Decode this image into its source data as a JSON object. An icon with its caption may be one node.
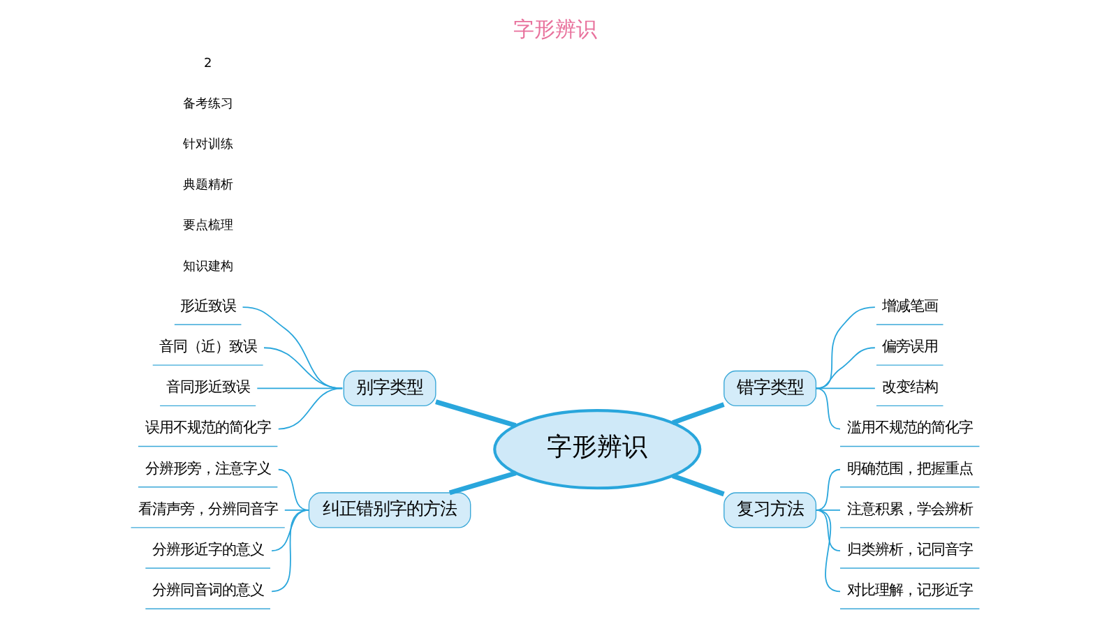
{
  "diagram": {
    "title": "字形辨识",
    "nodes": [
      {
        "text": [
          "纠正错别字的方法"
        ]
      },
      {
        "text": [
          "分辨形旁，注意字义"
        ]
      },
      {
        "text": [
          "看清声旁，分辨同音字"
        ]
      },
      {
        "text": [
          "分辨形近字的意义"
        ]
      },
      {
        "text": [
          "分辨同音词的意义"
        ]
      },
      {
        "text": [
          "错字类型"
        ]
      },
      {
        "text": [
          "增减笔画"
        ]
      },
      {
        "text": [
          "偏旁误用"
        ]
      },
      {
        "text": [
          "改变结构"
        ]
      },
      {
        "text": [
          "滥用不规范的简化字"
        ]
      },
      {
        "text": [
          "字形辨识"
        ]
      },
      {
        "text": [
          "别字类型"
        ]
      },
      {
        "text": [
          "形近致误"
        ]
      },
      {
        "text": [
          "音同（近）致误"
        ]
      },
      {
        "text": [
          "音同形近致误"
        ]
      },
      {
        "text": [
          "误用不规范的简化字"
        ]
      },
      {
        "text": [
          "复习方法"
        ]
      },
      {
        "text": [
          "明确范围，把握重点"
        ]
      },
      {
        "text": [
          "注意积累，学会辨析"
        ]
      },
      {
        "text": [
          "归类辨析，记同音字"
        ]
      },
      {
        "text": [
          "对比理解，记形近字"
        ]
      }
    ],
    "edges": [
      {
        "from": 1,
        "to": 0,
        "arrow": "none"
      },
      {
        "from": 2,
        "to": 0,
        "arrow": "none"
      },
      {
        "from": 3,
        "to": 0,
        "arrow": "none"
      },
      {
        "from": 4,
        "to": 0,
        "arrow": "none"
      },
      {
        "from": 0,
        "to": 10,
        "arrow": "none",
        "style": "thick"
      },
      {
        "from": 10,
        "to": 5,
        "arrow": "none",
        "style": "thick"
      },
      {
        "from": 5,
        "to": 6,
        "arrow": "none"
      },
      {
        "from": 5,
        "to": 7,
        "arrow": "none"
      },
      {
        "from": 5,
        "to": 8,
        "arrow": "none"
      },
      {
        "from": 5,
        "to": 9,
        "arrow": "none"
      },
      {
        "from": 12,
        "to": 11,
        "arrow": "none"
      },
      {
        "from": 13,
        "to": 11,
        "arrow": "none"
      },
      {
        "from": 14,
        "to": 11,
        "arrow": "none"
      },
      {
        "from": 15,
        "to": 11,
        "arrow": "none"
      },
      {
        "from": 11,
        "to": 10,
        "arrow": "none",
        "style": "thick"
      },
      {
        "from": 10,
        "to": 16,
        "arrow": "none",
        "style": "thick"
      },
      {
        "from": 16,
        "to": 17,
        "arrow": "none"
      },
      {
        "from": 16,
        "to": 18,
        "arrow": "none"
      },
      {
        "from": 16,
        "to": 19,
        "arrow": "none"
      },
      {
        "from": 16,
        "to": 20,
        "arrow": "none"
      }
    ],
    "labels": [
      "知识建构",
      "要点梳理",
      "典题精析",
      "针对训练",
      "备考练习",
      "2"
    ]
  }
}
